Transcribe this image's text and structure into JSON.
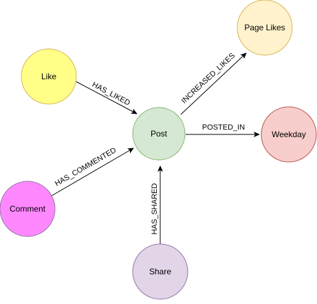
{
  "colors": {
    "like_fill": "#ffff88",
    "like_stroke": "#d6b656",
    "post_fill": "#d5e8d4",
    "post_stroke": "#82b366",
    "page_likes_fill": "#fff2cc",
    "page_likes_stroke": "#d6b656",
    "weekday_fill": "#f8cecc",
    "weekday_stroke": "#b85450",
    "comment_fill": "#ff88ff",
    "comment_stroke": "#9673a6",
    "share_fill": "#e1d5e7",
    "share_stroke": "#9673a6",
    "edge": "#000000"
  },
  "nodes": {
    "like": "Like",
    "post": "Post",
    "page_likes": "Page Likes",
    "weekday": "Weekday",
    "comment": "Comment",
    "share": "Share"
  },
  "edges": {
    "has_liked": "HAS_LIKED",
    "increased_likes": "INCREASED_LIKES",
    "posted_in": "POSTED_IN",
    "has_commented": "HAS_COMMENTED",
    "has_shared": "HAS_SHARED"
  }
}
